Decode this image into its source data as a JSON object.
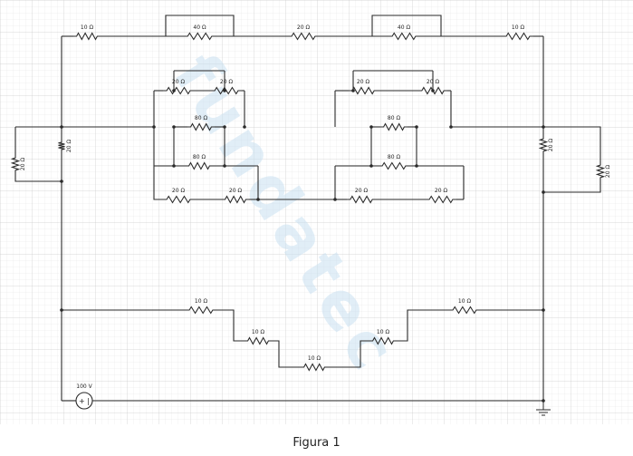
{
  "caption": "Figura 1",
  "watermark": "fundatec",
  "colors": {
    "wire": "#2a2a2a",
    "grid_minor": "#e2e2e2",
    "grid_major": "#cfcfcf",
    "watermark": "#c9e1f2"
  },
  "resistor_values": {
    "r_top_left_10": "10 Ω",
    "r_top_40_left": "40 Ω",
    "r_top_mid_20": "20 Ω",
    "r_top_40_right": "40 Ω",
    "r_top_right_10": "10 Ω",
    "r_lb_up_20_left": "20 Ω",
    "r_lb_up_20_right": "20 Ω",
    "r_lb_80_a": "80 Ω",
    "r_lb_80_b": "80 Ω",
    "r_lb_low_20_left": "20 Ω",
    "r_lb_low_20_right": "20 Ω",
    "r_rb_up_20_left": "20 Ω",
    "r_rb_up_20_right": "20 Ω",
    "r_rb_80_a": "80 Ω",
    "r_rb_80_b": "80 Ω",
    "r_rb_low_20_left": "20 Ω",
    "r_rb_low_20_right": "20 Ω",
    "r_left_shunt_20": "20 Ω",
    "r_left_rail_20": "20 Ω",
    "r_right_rail_20": "20 Ω",
    "r_right_shunt_20": "20 Ω",
    "r_bot_1": "10 Ω",
    "r_bot_2": "10 Ω",
    "r_bot_3": "10 Ω",
    "r_bot_4": "10 Ω",
    "r_bot_5": "10 Ω"
  },
  "source": {
    "value": "100 V",
    "symbol": "+ |"
  }
}
